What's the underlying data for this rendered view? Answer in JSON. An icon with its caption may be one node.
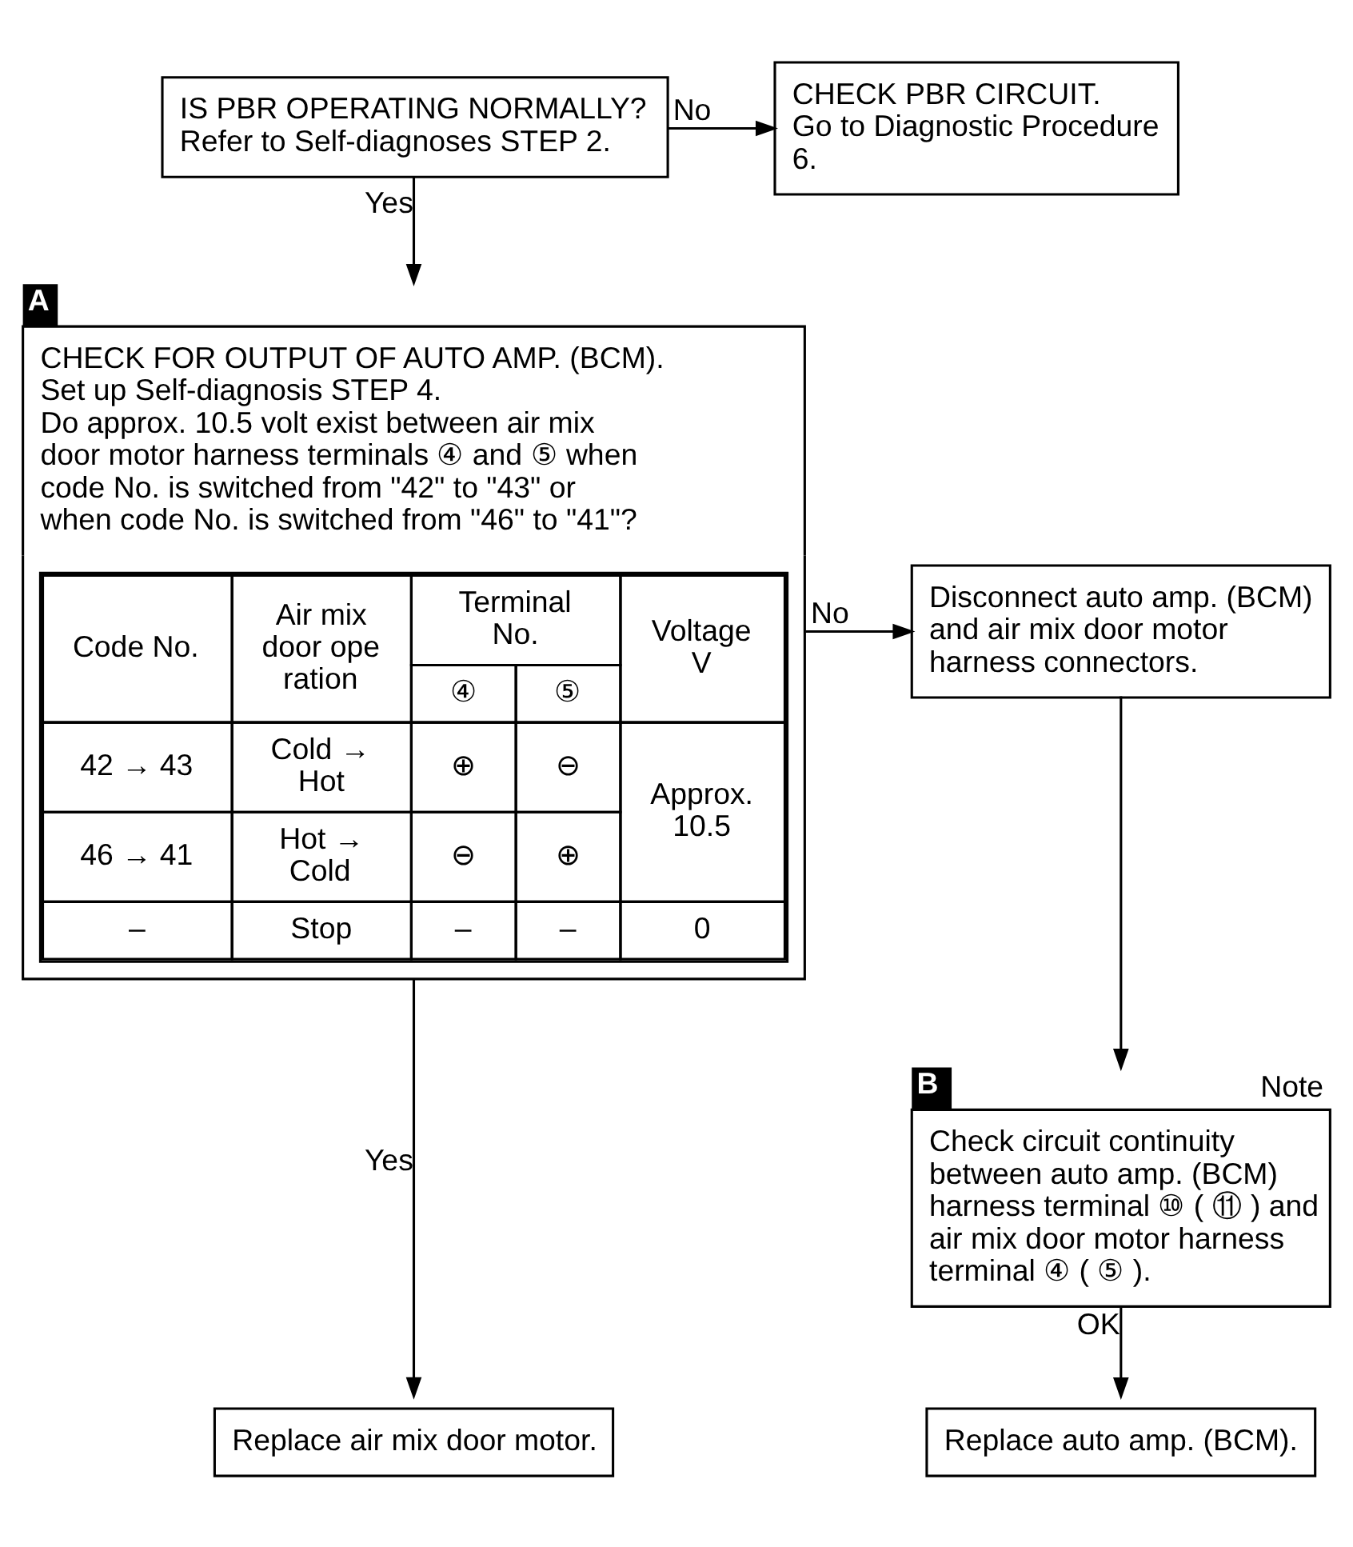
{
  "diagram": {
    "nodes": [
      {
        "text": [
          "IS PBR OPERATING NORMALLY?",
          "Refer to Self-diagnoses STEP 2."
        ]
      },
      {
        "text": [
          "CHECK PBR CIRCUIT.",
          "Go to Diagnostic Procedure 6."
        ]
      },
      {
        "text": [
          "CHECK FOR OUTPUT OF AUTO AMP. (BCM).",
          "Set up Self-diagnosis STEP 4.",
          "Do approx. 10.5 volt exist between air mix door motor harness terminals ④ and ⑤ when code No. is switched from \"42\" to \"43\" or when code No. is switched from \"46\" to \"41\"?"
        ],
        "beside": [
          "A"
        ]
      },
      {
        "text": [
          "Disconnect auto amp. (BCM) and air mix door motor harness connectors."
        ]
      },
      {
        "text": [
          "Check circuit continuity between auto amp. (BCM) harness terminal ⑩ ( ⑪ ) and air mix door motor harness terminal ④ ( ⑤ )."
        ],
        "beside": [
          "B",
          "Note"
        ]
      },
      {
        "text": [
          "Replace auto amp. (BCM)."
        ]
      },
      {
        "text": [
          "Replace air mix door motor."
        ]
      }
    ],
    "edges": [
      {
        "from": 0,
        "to": 1,
        "arrow": "to",
        "label": "No"
      },
      {
        "from": 0,
        "to": 2,
        "arrow": "to",
        "label": "Yes"
      },
      {
        "from": 2,
        "to": 3,
        "arrow": "to",
        "label": "No"
      },
      {
        "from": 3,
        "to": 4,
        "arrow": "to"
      },
      {
        "from": 4,
        "to": 5,
        "arrow": "to",
        "label": "OK"
      },
      {
        "from": 2,
        "to": 6,
        "arrow": "to",
        "label": "Yes"
      }
    ],
    "labels": [
      "Code No.",
      "Air mix door operation",
      "Terminal No.",
      "Voltage V",
      "④",
      "⑤",
      "42 → 43",
      "Cold → Hot",
      "⊕",
      "⊖",
      "Approx. 10.5",
      "46 → 41",
      "Hot → Cold",
      "⊖",
      "⊕",
      "–",
      "Stop",
      "–",
      "–",
      "0"
    ]
  }
}
